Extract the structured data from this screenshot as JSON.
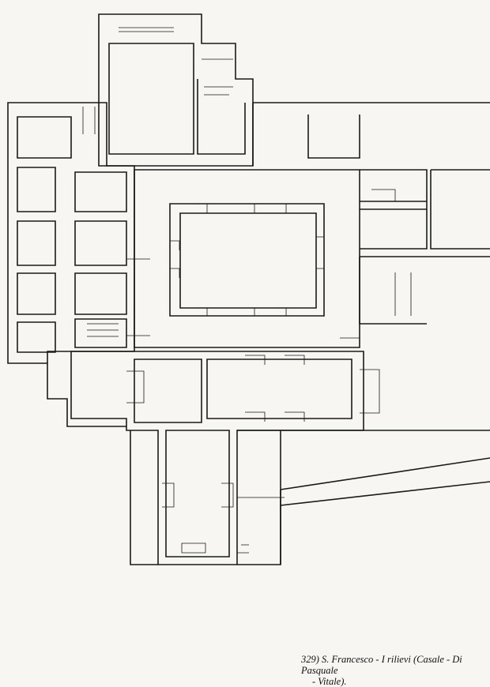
{
  "figure": {
    "number": "329)",
    "caption_line1": "S. Francesco - I rilievi (Casale - Di Pasquale",
    "caption_line2": "- Vitale)."
  }
}
